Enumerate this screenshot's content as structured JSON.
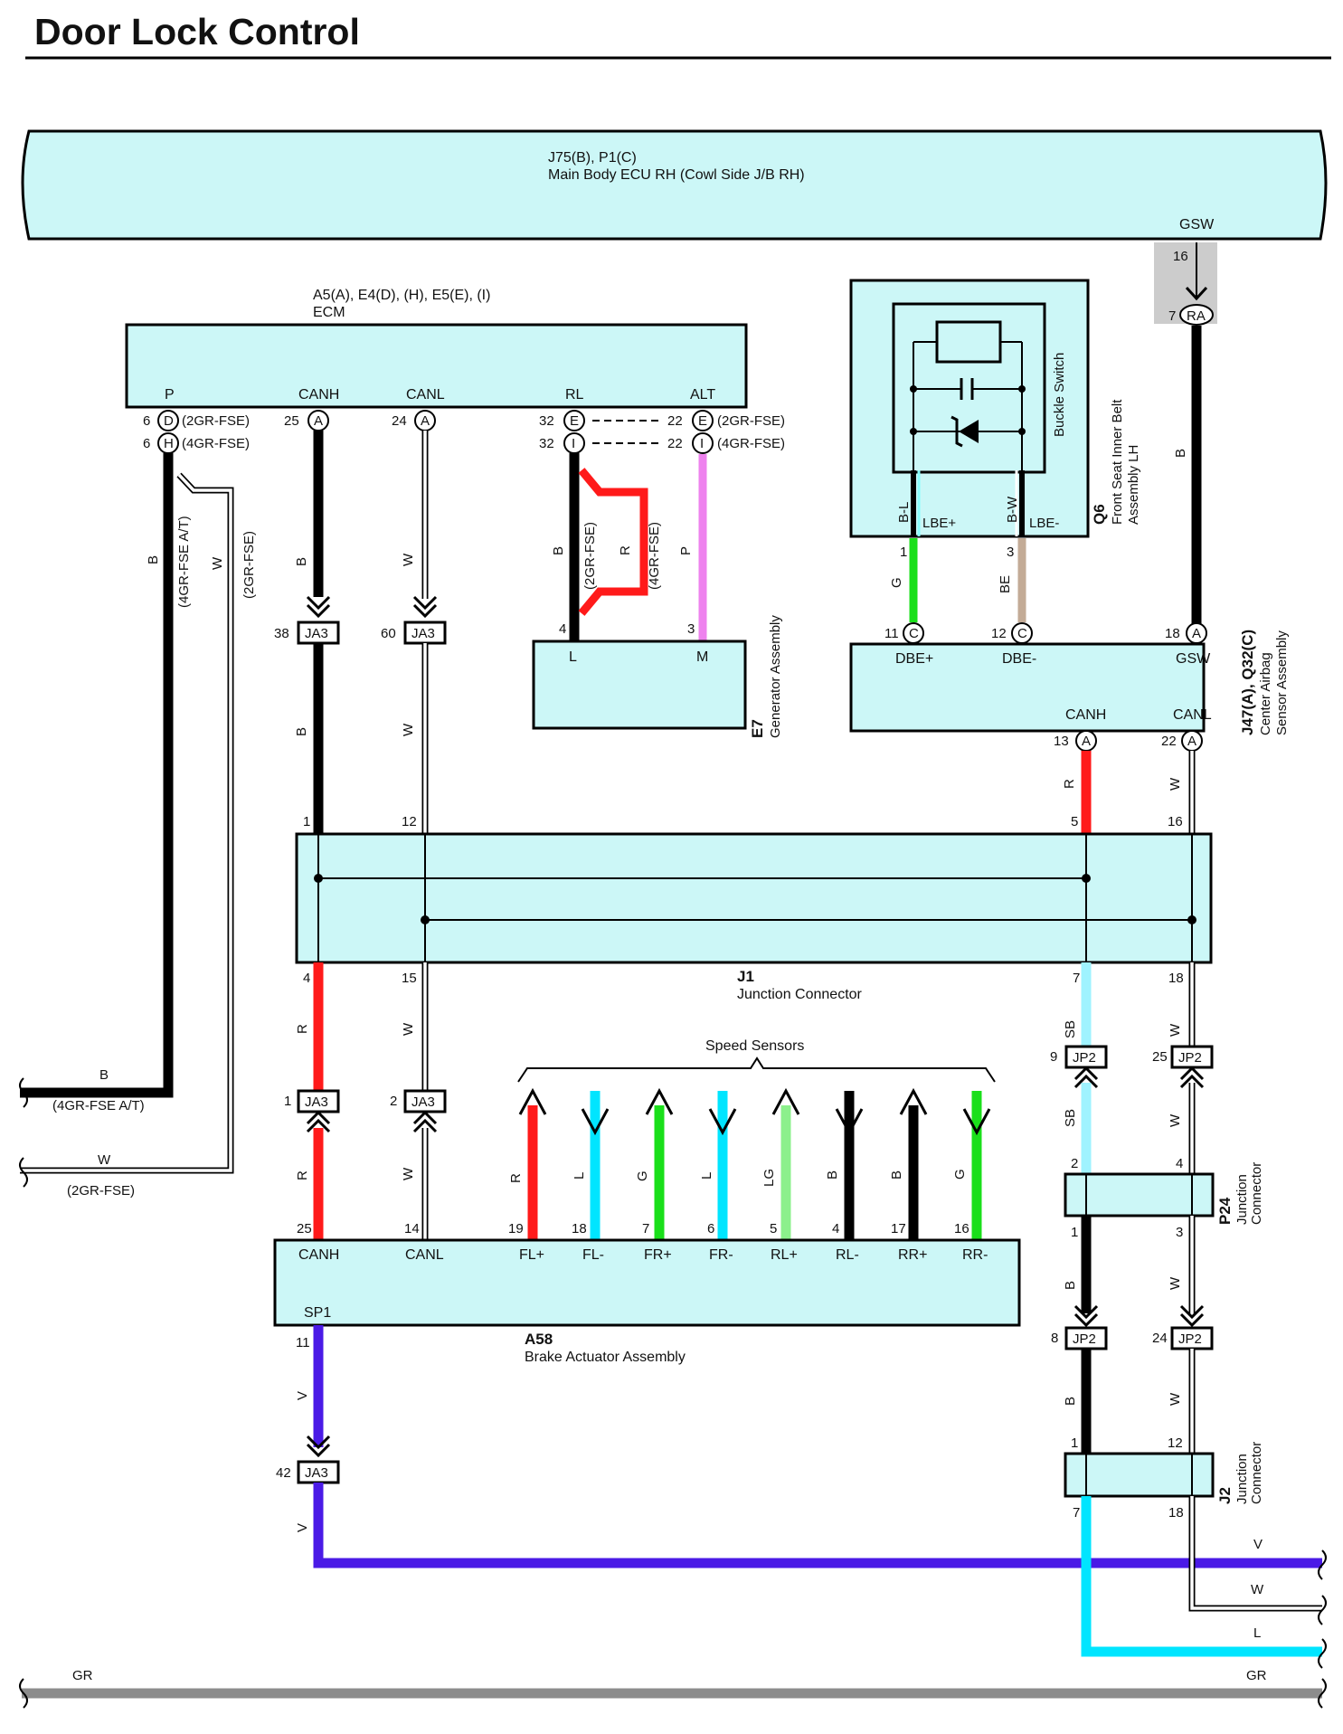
{
  "title": "Door Lock Control",
  "components": {
    "main_body_ecu": {
      "code": "J75(B), P1(C)",
      "name": "Main Body ECU RH (Cowl Side J/B RH)",
      "pin": "GSW",
      "pin_no": "16"
    },
    "ecm": {
      "code": "A5(A), E4(D), (H), E5(E), (I)",
      "name": "ECM",
      "pins": [
        "P",
        "CANH",
        "CANL",
        "RL",
        "ALT"
      ]
    },
    "buckle_switch": {
      "code": "Q6",
      "name": "Front Seat Inner Belt Assembly LH",
      "switch": "Buckle Switch",
      "pins": [
        "B-L",
        "LBE+",
        "B-W",
        "LBE-"
      ]
    },
    "generator": {
      "code": "E7",
      "name": "Generator Assembly",
      "pins": [
        "L",
        "M"
      ]
    },
    "airbag_sensor": {
      "code": "J47(A), Q32(C)",
      "name": "Center Airbag Sensor Assembly",
      "pins": [
        "DBE+",
        "DBE-",
        "GSW",
        "CANH",
        "CANL"
      ]
    },
    "j1": {
      "code": "J1",
      "name": "Junction Connector"
    },
    "brake_actuator": {
      "code": "A58",
      "name": "Brake Actuator Assembly",
      "pins": [
        "CANH",
        "CANL",
        "FL+",
        "FL-",
        "FR+",
        "FR-",
        "RL+",
        "RL-",
        "RR+",
        "RR-",
        "SP1"
      ]
    },
    "p24": {
      "code": "P24",
      "name": "Junction Connector"
    },
    "j2": {
      "code": "J2",
      "name": "Junction Connector"
    }
  },
  "speed_sensors_label": "Speed Sensors",
  "variants": {
    "v2gr": "(2GR-FSE)",
    "v4gr": "(4GR-FSE)",
    "v4gr_at": "(4GR-FSE A/T)"
  },
  "connectors": {
    "ja3": "JA3",
    "jp2": "JP2",
    "ra": "RA"
  },
  "pin_letters": {
    "a": "A",
    "c": "C",
    "d": "D",
    "e": "E",
    "h": "H",
    "i": "I"
  },
  "wire_colors": {
    "B": "#000000",
    "W": "#ffffff",
    "R": "#ff1a1a",
    "P": "#ee82ee",
    "G": "#1adf1a",
    "BE": "#c3ab96",
    "SB": "#9ff3ff",
    "L": "#00e5ff",
    "LG": "#8cf08c",
    "V": "#4a1ae6",
    "GR": "#8c8c8c"
  },
  "wire_labels": {
    "B": "B",
    "W": "W",
    "R": "R",
    "P": "P",
    "G": "G",
    "BE": "BE",
    "SB": "SB",
    "L": "L",
    "LG": "LG",
    "V": "V",
    "GR": "GR"
  },
  "pin_numbers": [
    "1",
    "2",
    "3",
    "4",
    "5",
    "6",
    "7",
    "8",
    "9",
    "11",
    "12",
    "13",
    "14",
    "15",
    "16",
    "17",
    "18",
    "19",
    "22",
    "24",
    "25",
    "32",
    "38",
    "42",
    "60"
  ],
  "palette": {
    "fill": "#ccf7f7",
    "stroke": "#000000",
    "gray_box": "#cccccc"
  }
}
